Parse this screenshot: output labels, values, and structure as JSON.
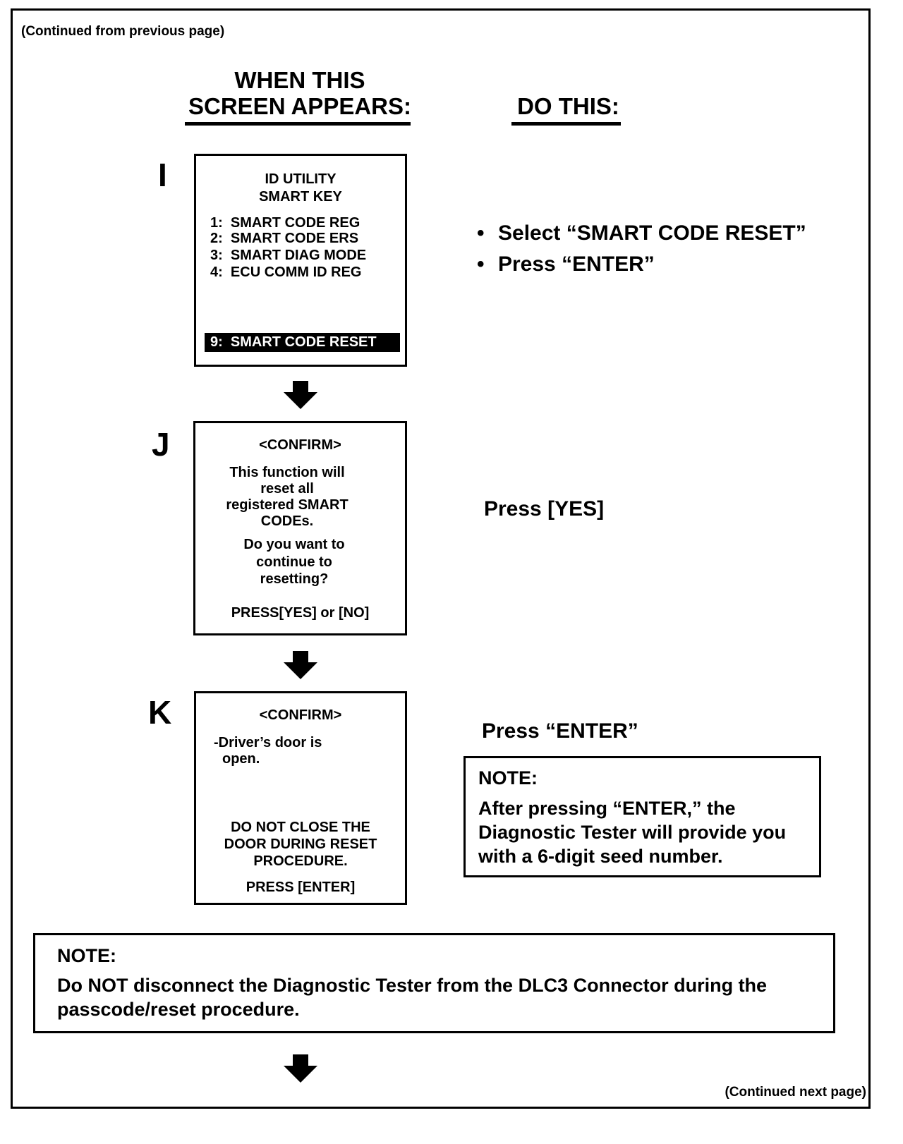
{
  "header": {
    "continued_from": "(Continued from previous page)",
    "continued_next": "(Continued next page)"
  },
  "columns": {
    "left_line1": "WHEN THIS",
    "left_line2": "SCREEN APPEARS:",
    "right": "DO THIS:"
  },
  "steps": [
    {
      "letter": "I",
      "screen": {
        "title1": "ID UTILITY",
        "title2": "SMART KEY",
        "items": [
          {
            "num": "1:",
            "label": "SMART CODE REG"
          },
          {
            "num": "2:",
            "label": "SMART CODE ERS"
          },
          {
            "num": "3:",
            "label": "SMART DIAG MODE"
          },
          {
            "num": "4:",
            "label": "ECU COMM ID REG"
          }
        ],
        "selected": {
          "num": "9:",
          "label": "SMART CODE RESET"
        }
      },
      "instructions": [
        "Select “SMART CODE RESET”",
        "Press “ENTER”"
      ]
    },
    {
      "letter": "J",
      "screen": {
        "title": "<CONFIRM>",
        "msg": [
          "This function will",
          "reset all",
          "registered SMART",
          "CODEs."
        ],
        "question": [
          "Do you want to",
          "continue to",
          "resetting?"
        ],
        "prompt": "PRESS[YES] or [NO]"
      },
      "instruction": "Press [YES]"
    },
    {
      "letter": "K",
      "screen": {
        "title": "<CONFIRM>",
        "msg1": "-Driver’s door is",
        "msg2": "open.",
        "warn": [
          "DO NOT CLOSE THE",
          "DOOR DURING RESET",
          "PROCEDURE."
        ],
        "prompt": "PRESS [ENTER]"
      },
      "instruction": "Press “ENTER”",
      "note": {
        "title": "NOTE:",
        "lines": [
          "After pressing “ENTER,” the",
          "Diagnostic Tester will provide you",
          "with a 6-digit seed number."
        ]
      }
    }
  ],
  "bottom_note": {
    "title": "NOTE:",
    "lines": [
      "Do NOT disconnect the Diagnostic Tester from the DLC3 Connector during the",
      "passcode/reset procedure."
    ]
  },
  "bullet_char": "•"
}
